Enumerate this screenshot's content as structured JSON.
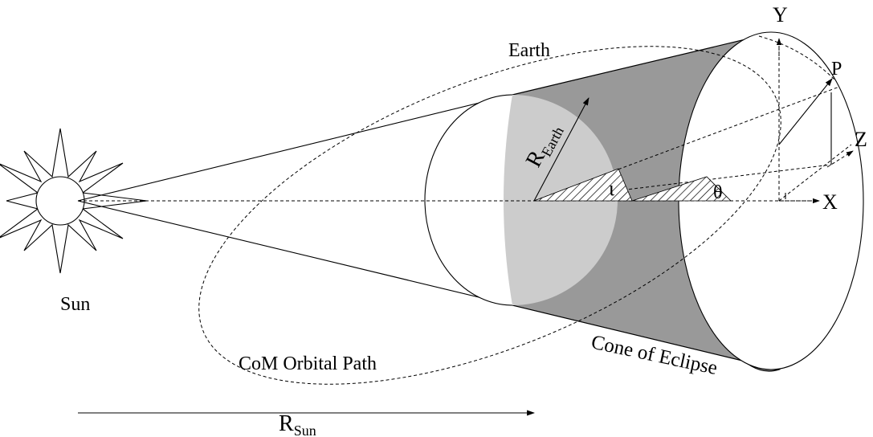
{
  "diagram": {
    "labels": {
      "sun": "Sun",
      "earth": "Earth",
      "r_earth_main": "R",
      "r_earth_sub": "Earth",
      "iota": "ι",
      "theta": "θ",
      "axis_y": "Y",
      "axis_x": "X",
      "axis_z": "Z",
      "point_p": "P",
      "cone": "Cone of Eclipse",
      "orbit": "CoM Orbital Path",
      "r_sun_main": "R",
      "r_sun_sub": "Sun"
    },
    "colors": {
      "cone_shadow": "#999999",
      "earth_lit": "#cccccc",
      "line": "#000000",
      "background": "#ffffff"
    }
  }
}
